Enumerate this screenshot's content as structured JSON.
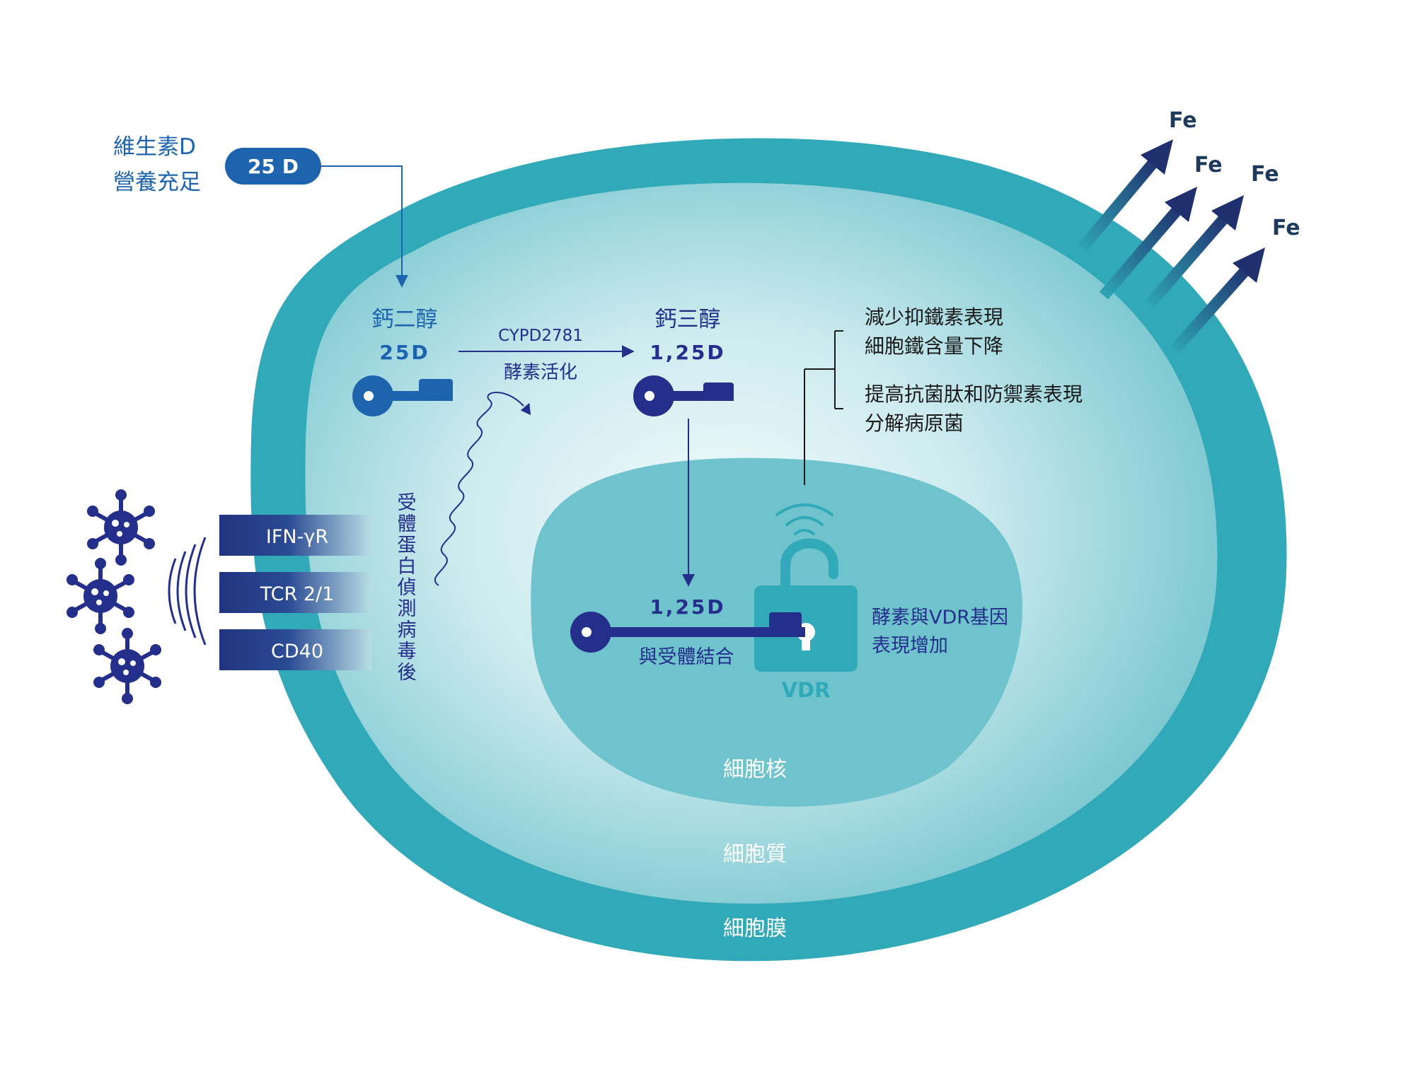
{
  "colors": {
    "membrane": "#31a9b8",
    "cytoplasm_center": "#eef8fa",
    "cytoplasm_edge": "#7cc8d1",
    "nucleus": "#6fc3cc",
    "navy": "#232f8a",
    "blue": "#1e63ad",
    "dark_text": "#1a1a1a",
    "fe_text": "#1d3a5c",
    "white_label": "#ffffff",
    "vdr_teal": "#31a9b8"
  },
  "supply": {
    "label_line1": "維生素D",
    "label_line2": "營養充足",
    "pill": "25 D"
  },
  "calcidiol": {
    "name": "鈣二醇",
    "code": "25D"
  },
  "enzyme": {
    "name": "CYPD2781",
    "action": "酵素活化"
  },
  "calcitriol": {
    "name": "鈣三醇",
    "code": "1,25D"
  },
  "effects": {
    "group1_line1": "減少抑鐵素表現",
    "group1_line2": "細胞鐵含量下降",
    "group2_line1": "提高抗菌肽和防禦素表現",
    "group2_line2": "分解病原菌"
  },
  "receptors": [
    {
      "label": "IFN-γR"
    },
    {
      "label": "TCR 2/1"
    },
    {
      "label": "CD40"
    }
  ],
  "detect_text": [
    "受",
    "體",
    "蛋",
    "白",
    "偵",
    "測",
    "病",
    "毒",
    "後"
  ],
  "binding": {
    "code": "1,25D",
    "caption": "與受體結合"
  },
  "vdr": {
    "label": "VDR",
    "effect_line1": "酵素與VDR基因",
    "effect_line2": "表現增加"
  },
  "fe_labels": [
    "Fe",
    "Fe",
    "Fe",
    "Fe"
  ],
  "regions": {
    "nucleus": "細胞核",
    "cytoplasm": "細胞質",
    "membrane": "細胞膜"
  },
  "icons": {
    "virus": "virus-icon",
    "key": "key-icon",
    "lock": "padlock-icon",
    "signal": "signal-wave-icon",
    "arrow": "export-arrow-icon"
  }
}
